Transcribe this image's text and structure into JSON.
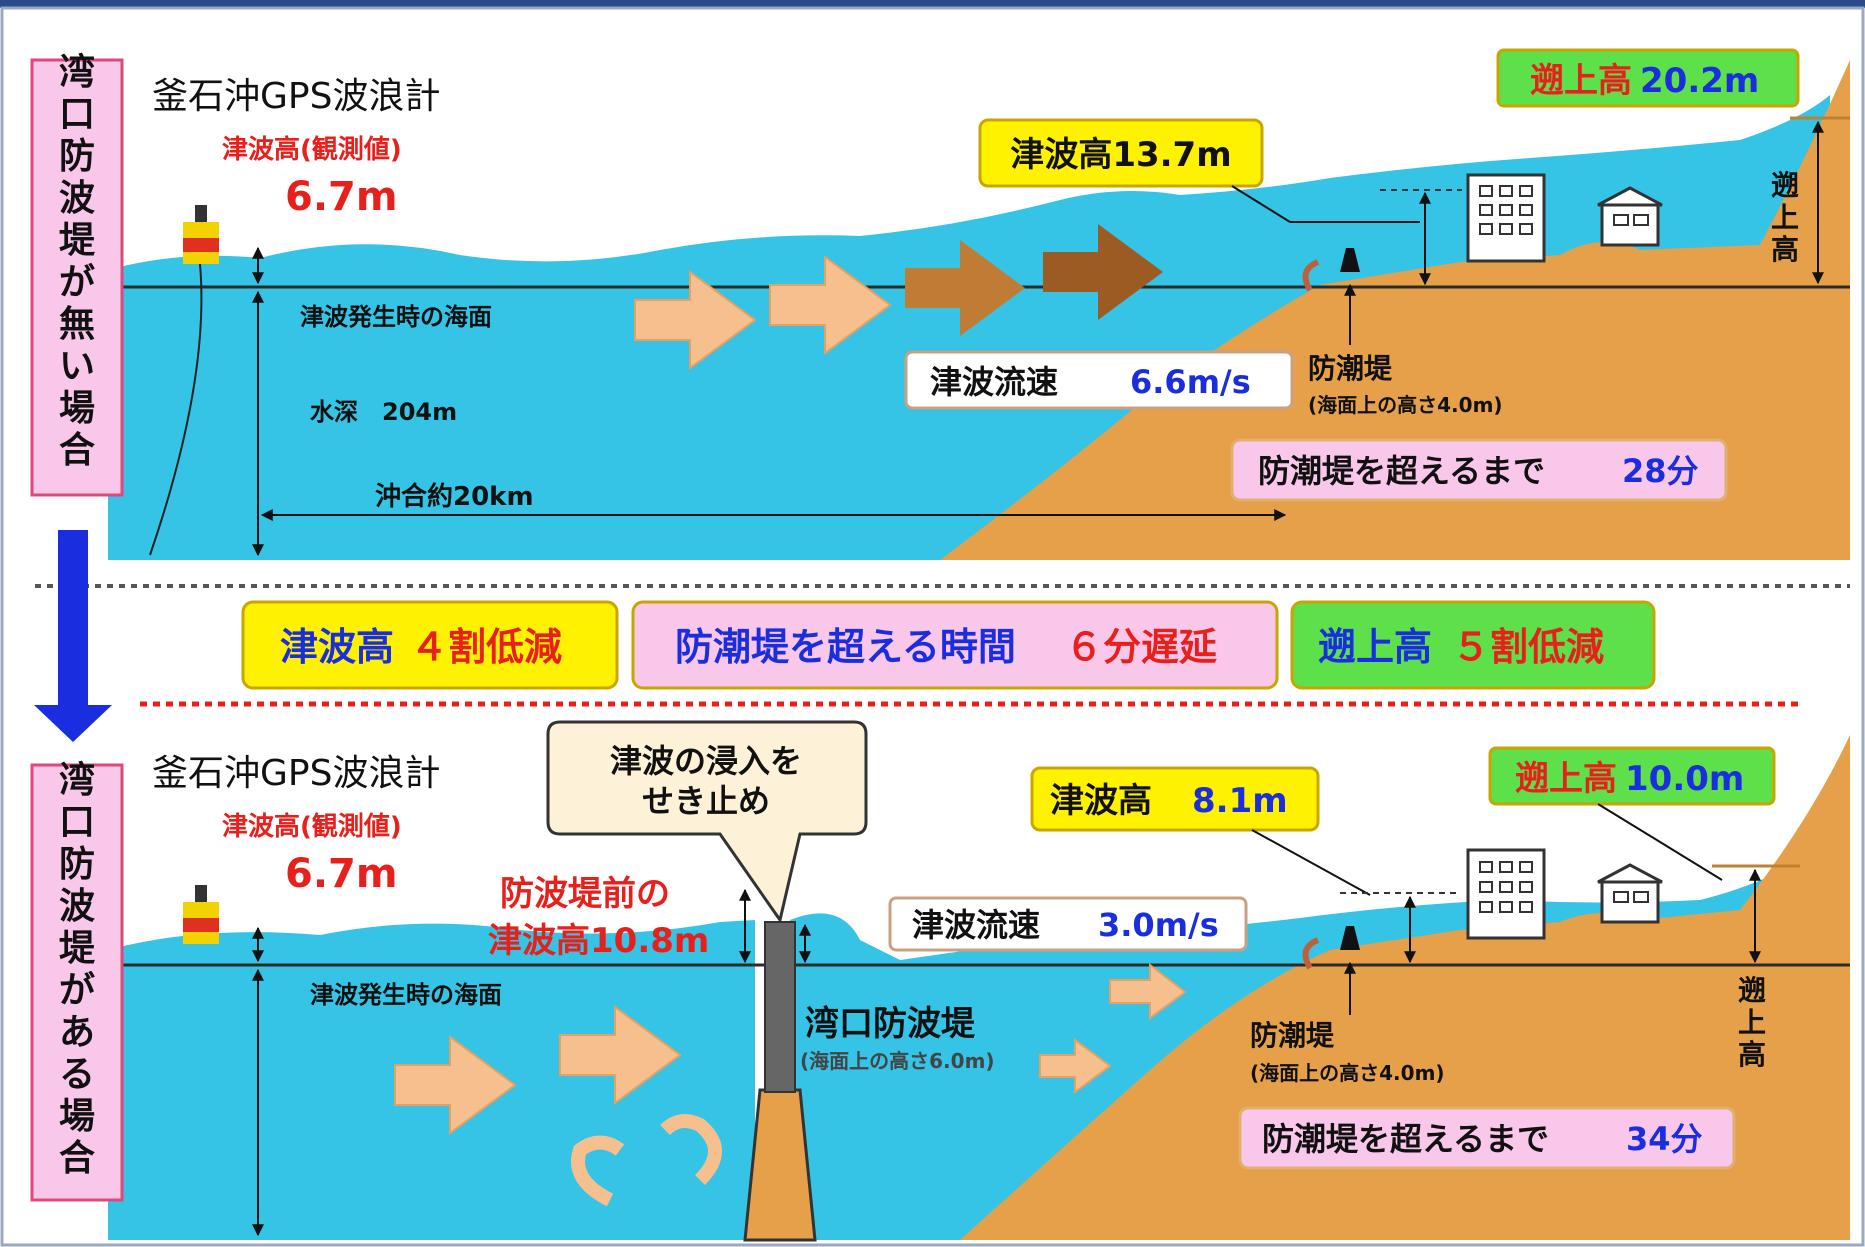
{
  "top_panel": {
    "side_label": "湾口防波堤が無い場合",
    "gps_title": "釜石沖GPS波浪計",
    "observed_label": "津波高(観測値)",
    "observed_value": "6.7m",
    "sea_level_label": "津波発生時の海面",
    "depth_label": "水深　204m",
    "offshore_label": "沖合約20km",
    "tsunami_height": "津波高13.7m",
    "flow_speed_label": "津波流速",
    "flow_speed_value": "6.6m/s",
    "seawall_label": "防潮堤",
    "seawall_note": "(海面上の高さ4.0m)",
    "overtop_time_prefix": "防潮堤を超えるまで",
    "overtop_time_value": "28分",
    "runup_prefix": "遡上高",
    "runup_value": "20.2m",
    "runup_vertical": "遡上高"
  },
  "summary": {
    "box1_a": "津波高",
    "box1_b": "４割低減",
    "box2_a": "防潮堤を超える時間",
    "box2_b": "６分遅延",
    "box3_a": "遡上高",
    "box3_b": "５割低減"
  },
  "bottom_panel": {
    "side_label": "湾口防波堤がある場合",
    "gps_title": "釜石沖GPS波浪計",
    "observed_label": "津波高(観測値)",
    "observed_value": "6.7m",
    "sea_level_label": "津波発生時の海面",
    "callout_line1": "津波の浸入を",
    "callout_line2": "せき止め",
    "front_height_line1": "防波堤前の",
    "front_height_line2": "津波高10.8m",
    "breakwater_label": "湾口防波堤",
    "breakwater_note": "(海面上の高さ6.0m)",
    "flow_speed_label": "津波流速",
    "flow_speed_value": "3.0m/s",
    "tsunami_height_label": "津波高",
    "tsunami_height_value": "8.1m",
    "seawall_label": "防潮堤",
    "seawall_note": "(海面上の高さ4.0m)",
    "overtop_time_prefix": "防潮堤を超えるまで",
    "overtop_time_value": "34分",
    "runup_prefix": "遡上高",
    "runup_value": "10.0m",
    "runup_vertical": "遡上高"
  },
  "colors": {
    "sea": "#35c4e6",
    "land": "#e6a04a",
    "label_pink": "#f9c7ea",
    "label_yellow": "#fff200",
    "label_green": "#5ee04a",
    "red_text": "#e8201c",
    "blue_text": "#1a2ee0"
  }
}
